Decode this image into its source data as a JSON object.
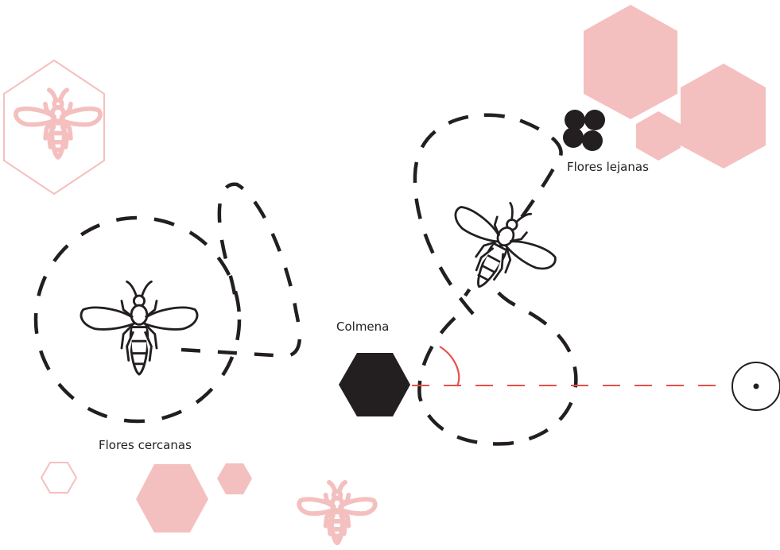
{
  "labels": {
    "hive": "Colmena",
    "near_flowers": "Flores cercanas",
    "far_flowers": "Flores lejanas"
  },
  "colors": {
    "ink": "#231f20",
    "accent_pink": "#f4c0bf",
    "angle_red": "#e8504a",
    "background": "#ffffff"
  },
  "icons": [
    "bee-icon",
    "hexagon-icon",
    "sun-icon",
    "flower-cluster-icon"
  ]
}
